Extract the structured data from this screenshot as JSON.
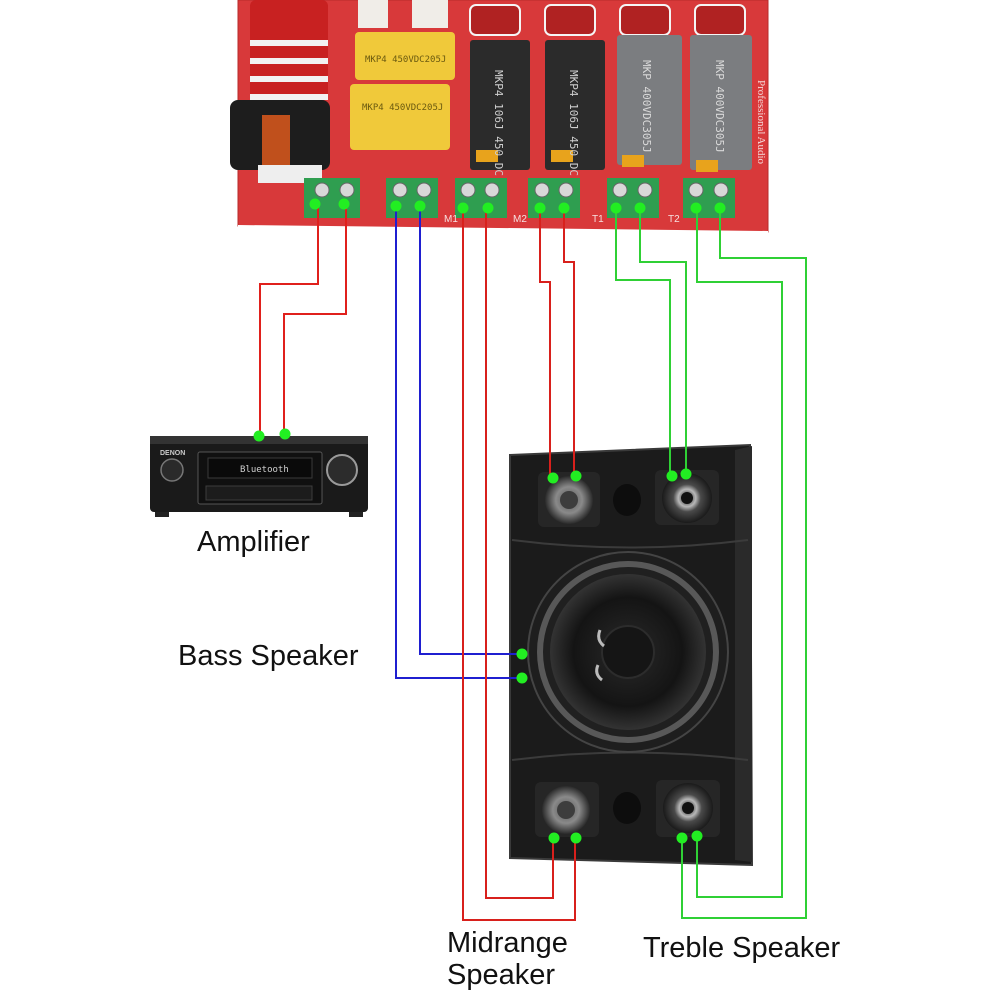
{
  "labels": {
    "amplifier": "Amplifier",
    "bass": "Bass Speaker",
    "midrange_line1": "Midrange",
    "midrange_line2": "Speaker",
    "treble": "Treble Speaker"
  },
  "board": {
    "capacitor_yellow": "MKP4 450VDC205J",
    "capacitor_black": "MKP4 106J 450 DC",
    "capacitor_grey": "MKP 400VDC305J",
    "brand": "Professional Audio",
    "terminal_marks": [
      "M1",
      "M2",
      "T1",
      "T2"
    ]
  },
  "amplifier": {
    "brand": "DENON",
    "display": "Bluetooth"
  },
  "colors": {
    "board": "#d8393a",
    "wire_amp": "#e0201c",
    "wire_bass": "#1f1fd0",
    "wire_mid": "#d8201c",
    "wire_treble": "#2fd035",
    "dot": "#22ee22",
    "cabinet": "#1b1b1b"
  }
}
